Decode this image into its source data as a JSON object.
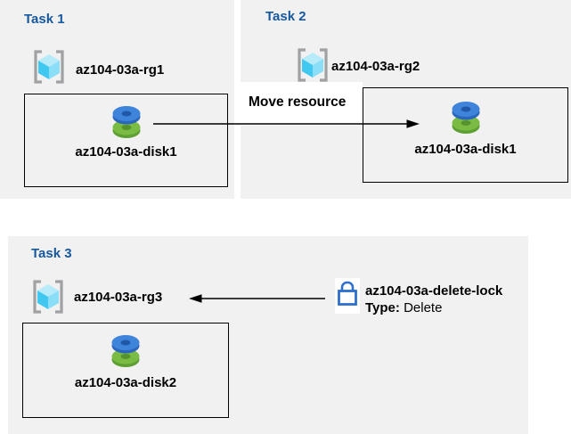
{
  "tasks": [
    {
      "title": "Task 1",
      "resource_group": "az104-03a-rg1",
      "resource": "az104-03a-disk1"
    },
    {
      "title": "Task 2",
      "resource_group": "az104-03a-rg2",
      "resource": "az104-03a-disk1"
    },
    {
      "title": "Task 3",
      "resource_group": "az104-03a-rg3",
      "resource": "az104-03a-disk2"
    }
  ],
  "move_arrow": {
    "label": "Move resource",
    "from": "az104-03a-disk1 in az104-03a-rg1",
    "to": "az104-03a-rg2"
  },
  "delete_lock": {
    "name": "az104-03a-delete-lock",
    "type_label": "Type:",
    "type_value": "Delete",
    "applies_to": "az104-03a-rg3"
  },
  "icons": {
    "resource_group": "resource-group-icon",
    "disk": "disk-icon",
    "lock": "lock-icon"
  },
  "colors": {
    "panel_bg": "#f1f1f1",
    "title_blue": "#16589f",
    "text_black": "#000000",
    "box_border": "#000000",
    "lock_blue": "#2e6fce",
    "disk_blue": "#3e84da",
    "disk_green": "#7abc43",
    "cube_cyan": "#41c8f0",
    "bracket_gray": "#9fa1a3",
    "label_box_bg": "#ffffff"
  }
}
